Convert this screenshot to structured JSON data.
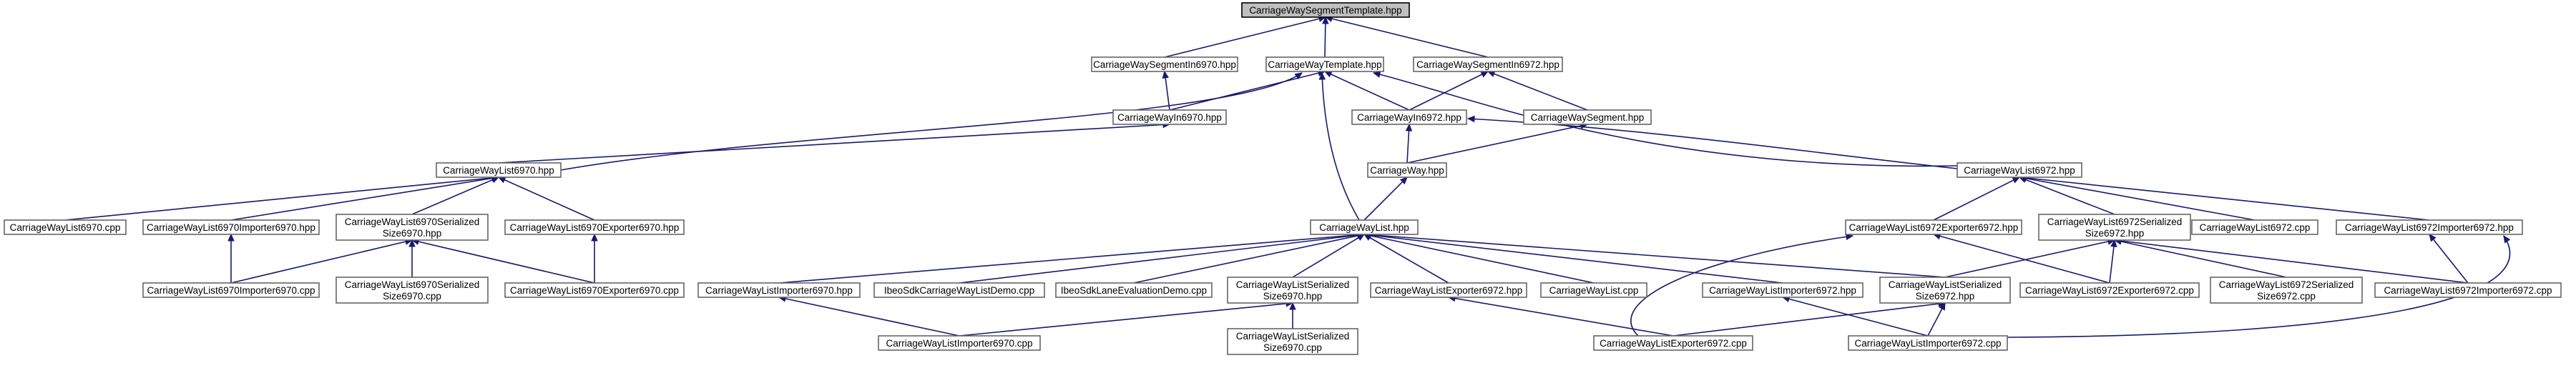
{
  "diagram": {
    "type": "include-dependency-graph",
    "root": "segtpl",
    "nodes": [
      {
        "id": "segtpl",
        "lines": [
          "CarriageWaySegmentTemplate.hpp"
        ]
      },
      {
        "id": "seg6970",
        "lines": [
          "CarriageWaySegmentIn6970.hpp"
        ]
      },
      {
        "id": "waytpl",
        "lines": [
          "CarriageWayTemplate.hpp"
        ]
      },
      {
        "id": "seg6972",
        "lines": [
          "CarriageWaySegmentIn6972.hpp"
        ]
      },
      {
        "id": "in6970",
        "lines": [
          "CarriageWayIn6970.hpp"
        ]
      },
      {
        "id": "in6972",
        "lines": [
          "CarriageWayIn6972.hpp"
        ]
      },
      {
        "id": "segment",
        "lines": [
          "CarriageWaySegment.hpp"
        ]
      },
      {
        "id": "list6970",
        "lines": [
          "CarriageWayList6970.hpp"
        ]
      },
      {
        "id": "way",
        "lines": [
          "CarriageWay.hpp"
        ]
      },
      {
        "id": "list6972",
        "lines": [
          "CarriageWayList6972.hpp"
        ]
      },
      {
        "id": "list6970cpp",
        "lines": [
          "CarriageWayList6970.cpp"
        ]
      },
      {
        "id": "list6970imp",
        "lines": [
          "CarriageWayList6970Importer6970.hpp"
        ]
      },
      {
        "id": "list6970ser",
        "lines": [
          "CarriageWayList6970Serialized",
          "Size6970.hpp"
        ]
      },
      {
        "id": "list6970exp",
        "lines": [
          "CarriageWayList6970Exporter6970.hpp"
        ]
      },
      {
        "id": "list",
        "lines": [
          "CarriageWayList.hpp"
        ]
      },
      {
        "id": "list6972exp",
        "lines": [
          "CarriageWayList6972Exporter6972.hpp"
        ]
      },
      {
        "id": "list6972ser",
        "lines": [
          "CarriageWayList6972Serialized",
          "Size6972.hpp"
        ]
      },
      {
        "id": "list6972cpp",
        "lines": [
          "CarriageWayList6972.cpp"
        ]
      },
      {
        "id": "list6972imp",
        "lines": [
          "CarriageWayList6972Importer6972.hpp"
        ]
      },
      {
        "id": "list6970impcpp",
        "lines": [
          "CarriageWayList6970Importer6970.cpp"
        ]
      },
      {
        "id": "list6970sercpp",
        "lines": [
          "CarriageWayList6970Serialized",
          "Size6970.cpp"
        ]
      },
      {
        "id": "list6970expcpp",
        "lines": [
          "CarriageWayList6970Exporter6970.cpp"
        ]
      },
      {
        "id": "listimp6970",
        "lines": [
          "CarriageWayListImporter6970.hpp"
        ]
      },
      {
        "id": "ibeodemo",
        "lines": [
          "IbeoSdkCarriageWayListDemo.cpp"
        ]
      },
      {
        "id": "ibeolane",
        "lines": [
          "IbeoSdkLaneEvaluationDemo.cpp"
        ]
      },
      {
        "id": "listser6970",
        "lines": [
          "CarriageWayListSerialized",
          "Size6970.hpp"
        ]
      },
      {
        "id": "listexp6972",
        "lines": [
          "CarriageWayListExporter6972.hpp"
        ]
      },
      {
        "id": "listcpp",
        "lines": [
          "CarriageWayList.cpp"
        ]
      },
      {
        "id": "listimp6972",
        "lines": [
          "CarriageWayListImporter6972.hpp"
        ]
      },
      {
        "id": "listser6972",
        "lines": [
          "CarriageWayListSerialized",
          "Size6972.hpp"
        ]
      },
      {
        "id": "list6972expcpp",
        "lines": [
          "CarriageWayList6972Exporter6972.cpp"
        ]
      },
      {
        "id": "list6972sercpp",
        "lines": [
          "CarriageWayList6972Serialized",
          "Size6972.cpp"
        ]
      },
      {
        "id": "list6972impcpp",
        "lines": [
          "CarriageWayList6972Importer6972.cpp"
        ]
      },
      {
        "id": "listimp6970cpp",
        "lines": [
          "CarriageWayListImporter6970.cpp"
        ]
      },
      {
        "id": "listser6970cpp",
        "lines": [
          "CarriageWayListSerialized",
          "Size6970.cpp"
        ]
      },
      {
        "id": "listexp6972cpp",
        "lines": [
          "CarriageWayListExporter6972.cpp"
        ]
      },
      {
        "id": "listimp6972cpp",
        "lines": [
          "CarriageWayListImporter6972.cpp"
        ]
      }
    ],
    "edges": [
      [
        "seg6970",
        "segtpl"
      ],
      [
        "waytpl",
        "segtpl"
      ],
      [
        "seg6972",
        "segtpl"
      ],
      [
        "in6970",
        "seg6970"
      ],
      [
        "in6970",
        "waytpl"
      ],
      [
        "in6972",
        "waytpl"
      ],
      [
        "in6972",
        "seg6972"
      ],
      [
        "segment",
        "seg6972"
      ],
      [
        "list6970",
        "in6970"
      ],
      [
        "list6970",
        "waytpl"
      ],
      [
        "way",
        "in6972"
      ],
      [
        "way",
        "segment"
      ],
      [
        "list6972",
        "in6972"
      ],
      [
        "list6972",
        "waytpl"
      ],
      [
        "list",
        "way"
      ],
      [
        "list",
        "waytpl"
      ],
      [
        "list6970cpp",
        "list6970"
      ],
      [
        "list6970imp",
        "list6970"
      ],
      [
        "list6970ser",
        "list6970"
      ],
      [
        "list6970exp",
        "list6970"
      ],
      [
        "list6970impcpp",
        "list6970imp"
      ],
      [
        "list6970impcpp",
        "list6970ser"
      ],
      [
        "list6970sercpp",
        "list6970ser"
      ],
      [
        "list6970expcpp",
        "list6970ser"
      ],
      [
        "list6970expcpp",
        "list6970exp"
      ],
      [
        "listimp6970",
        "list"
      ],
      [
        "ibeodemo",
        "list"
      ],
      [
        "ibeolane",
        "list"
      ],
      [
        "listser6970",
        "list"
      ],
      [
        "listexp6972",
        "list"
      ],
      [
        "listcpp",
        "list"
      ],
      [
        "listimp6972",
        "list"
      ],
      [
        "listser6972",
        "list"
      ],
      [
        "list6972exp",
        "list6972"
      ],
      [
        "list6972ser",
        "list6972"
      ],
      [
        "list6972cpp",
        "list6972"
      ],
      [
        "list6972imp",
        "list6972"
      ],
      [
        "listser6972",
        "list6972ser"
      ],
      [
        "list6972expcpp",
        "list6972ser"
      ],
      [
        "list6972expcpp",
        "list6972exp"
      ],
      [
        "list6972sercpp",
        "list6972ser"
      ],
      [
        "list6972impcpp",
        "list6972ser"
      ],
      [
        "list6972impcpp",
        "list6972imp"
      ],
      [
        "listimp6970cpp",
        "listimp6970"
      ],
      [
        "listimp6970cpp",
        "listser6970"
      ],
      [
        "listser6970cpp",
        "listser6970"
      ],
      [
        "listexp6972cpp",
        "listexp6972"
      ],
      [
        "listexp6972cpp",
        "listser6972"
      ],
      [
        "listexp6972cpp",
        "list6972exp"
      ],
      [
        "listimp6972cpp",
        "listimp6972"
      ],
      [
        "listimp6972cpp",
        "listser6972"
      ],
      [
        "listimp6972cpp",
        "list6972imp"
      ]
    ],
    "colors": {
      "edge": "#191970",
      "node_border": "#666666",
      "root_fill": "#bfbfbf",
      "root_border": "#000000",
      "node_fill": "#ffffff"
    }
  }
}
